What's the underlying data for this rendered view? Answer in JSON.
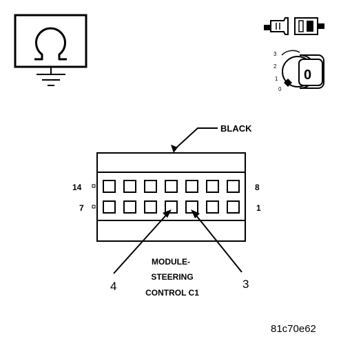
{
  "connector": {
    "color_label": "BLACK",
    "pin_top_left": "14",
    "pin_top_right": "8",
    "pin_bottom_left": "7",
    "pin_bottom_right": "1",
    "name_line1": "MODULE-",
    "name_line2": "STEERING",
    "name_line3": "CONTROL C1",
    "callout_left": "4",
    "callout_right": "3"
  },
  "ignition": {
    "positions": [
      "3",
      "2",
      "1",
      "0"
    ],
    "key_label": "0"
  },
  "figure_id": "81c70e62",
  "icons": {
    "meter": "ohmmeter-ground-icon",
    "connector": "disconnected-connector-icon",
    "ignition": "ignition-key-off-icon"
  }
}
